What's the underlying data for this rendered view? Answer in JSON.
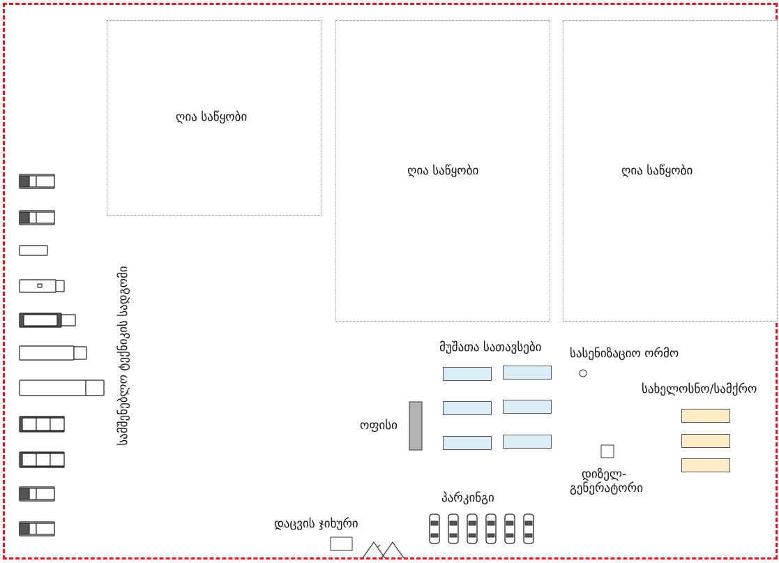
{
  "labels": {
    "open_storage": "ღია საწყობი",
    "metal_containers": "მუშათა სათავსები",
    "inspection_pit": "სასენიზაციო ორმო",
    "workshop": "სახელოსნო/სამქრო",
    "office": "ოფისი",
    "generator_line1": "დიზელ-",
    "generator_line2": "გენერატორი",
    "parking": "პარკინგი",
    "security_booth": "დაცვის ჯიხური",
    "vehicle_yard": "სამშენებლო ტექნიკის სადგომი"
  },
  "colors": {
    "boundary": "#e8141f",
    "container_fill": "#dbeef5",
    "workshop_fill": "#fbecc6",
    "office_fill": "#b3b3b3"
  },
  "vehicles": [
    {
      "icon": "pickup-truck-icon"
    },
    {
      "icon": "pickup-truck-icon"
    },
    {
      "icon": "small-car-icon"
    },
    {
      "icon": "box-truck-icon"
    },
    {
      "icon": "tanker-truck-icon"
    },
    {
      "icon": "semi-trailer-icon"
    },
    {
      "icon": "long-trailer-icon"
    },
    {
      "icon": "dump-truck-icon"
    },
    {
      "icon": "dump-truck-icon"
    },
    {
      "icon": "pickup-truck-icon"
    },
    {
      "icon": "pickup-truck-icon"
    }
  ],
  "parked_cars": 6
}
